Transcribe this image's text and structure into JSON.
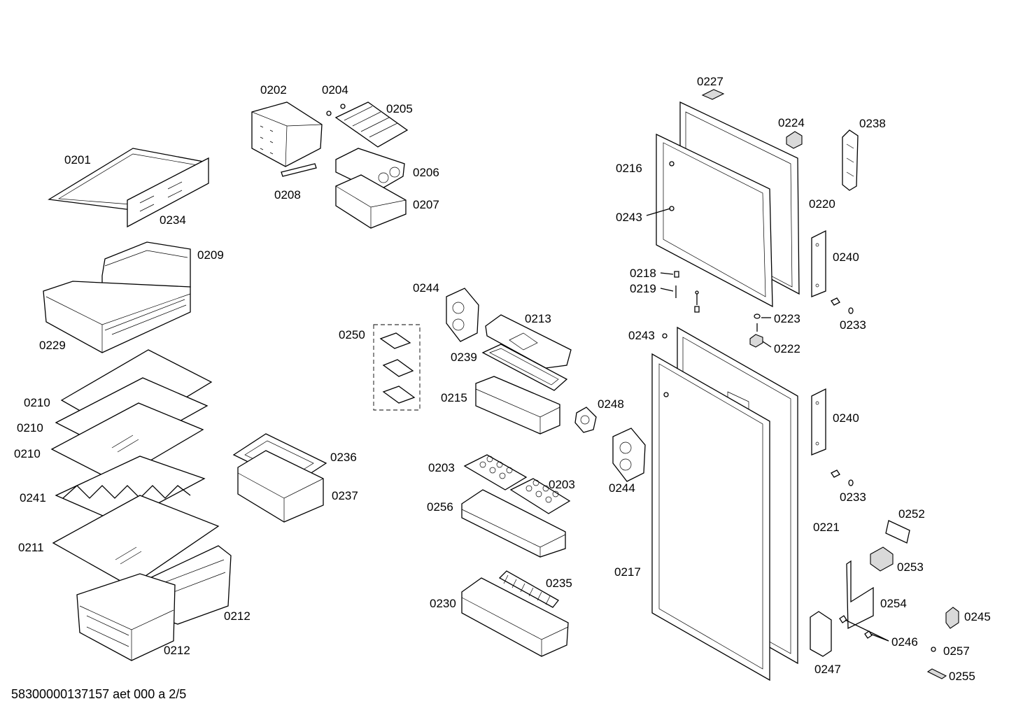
{
  "drawing_code": "58300000137157 aet 000 a 2/5",
  "part_labels": {
    "p0201": "0201",
    "p0202": "0202",
    "p0203a": "0203",
    "p0203b": "0203",
    "p0204": "0204",
    "p0205": "0205",
    "p0206": "0206",
    "p0207": "0207",
    "p0208": "0208",
    "p0209": "0209",
    "p0210a": "0210",
    "p0210b": "0210",
    "p0210c": "0210",
    "p0211": "0211",
    "p0212a": "0212",
    "p0212b": "0212",
    "p0213": "0213",
    "p0215": "0215",
    "p0216": "0216",
    "p0217": "0217",
    "p0218": "0218",
    "p0219": "0219",
    "p0220": "0220",
    "p0221": "0221",
    "p0222": "0222",
    "p0223": "0223",
    "p0224": "0224",
    "p0227": "0227",
    "p0229": "0229",
    "p0230": "0230",
    "p0233a": "0233",
    "p0233b": "0233",
    "p0234": "0234",
    "p0235": "0235",
    "p0236": "0236",
    "p0237": "0237",
    "p0238": "0238",
    "p0239": "0239",
    "p0240a": "0240",
    "p0240b": "0240",
    "p0241": "0241",
    "p0243a": "0243",
    "p0243b": "0243",
    "p0244a": "0244",
    "p0244b": "0244",
    "p0245": "0245",
    "p0246": "0246",
    "p0247": "0247",
    "p0248": "0248",
    "p0250": "0250",
    "p0252": "0252",
    "p0253": "0253",
    "p0254": "0254",
    "p0255": "0255",
    "p0256": "0256",
    "p0257": "0257"
  }
}
